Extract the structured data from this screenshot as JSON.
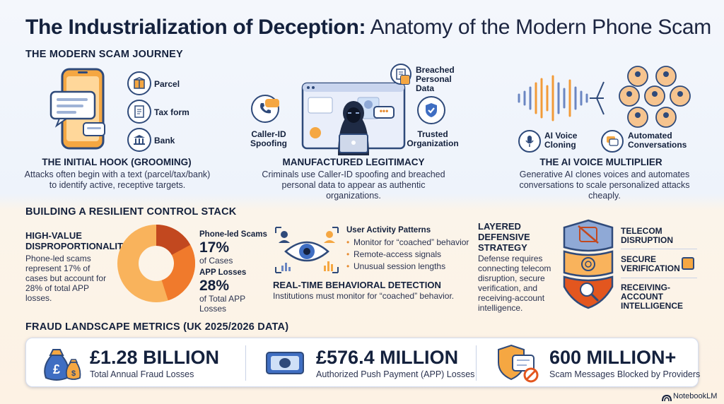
{
  "title": {
    "bold": "The Industrialization of Deception:",
    "rest": " Anatomy of the Modern Phone Scam"
  },
  "journey": {
    "heading": "THE MODERN SCAM JOURNEY",
    "hook": {
      "labels": [
        "Parcel",
        "Tax form",
        "Bank"
      ],
      "title": "THE INITIAL HOOK (GROOMING)",
      "desc": "Attacks often begin with a text (parcel/tax/bank) to identify active, receptive targets."
    },
    "legit": {
      "breached": "Breached Personal Data",
      "spoof": "Caller-ID Spoofing",
      "trusted": "Trusted Organization",
      "title": "MANUFACTURED LEGITIMACY",
      "desc": "Criminals use Caller-ID spoofing and breached personal data to appear as authentic organizations."
    },
    "ai": {
      "clone": "AI Voice Cloning",
      "auto": "Automated Conversations",
      "title": "THE AI VOICE MULTIPLIER",
      "desc": "Generative AI clones voices and automates conversations to scale personalized attacks cheaply."
    }
  },
  "control": {
    "heading": "BUILDING A RESILIENT CONTROL STACK",
    "disp": {
      "title": "HIGH-VALUE DISPROPORTIONALITY",
      "desc": "Phone-led scams represent 17% of cases but account for 28% of total APP losses."
    },
    "donut": {
      "a_label": "Phone-led Scams",
      "a_value": "17%",
      "a_sub": "of Cases",
      "b_label": "APP Losses",
      "b_value": "28%",
      "b_sub": "of Total APP Losses"
    },
    "behav": {
      "title": "User Activity Patterns",
      "items": [
        "Monitor for “coached” behavior",
        "Remote-access signals",
        "Unusual session lengths"
      ],
      "heading": "REAL-TIME BEHAVIORAL DETECTION",
      "desc": "Institutions must monitor for “coached” behavior."
    },
    "layered": {
      "title": "LAYERED DEFENSIVE STRATEGY",
      "desc": "Defense requires connecting telecom disruption, secure verification, and receiving-account intelligence.",
      "layers": [
        "TELECOM DISRUPTION",
        "SECURE VERIFICATION",
        "RECEIVING-ACCOUNT INTELLIGENCE"
      ]
    }
  },
  "metrics": {
    "heading": "FRAUD LANDSCAPE METRICS (UK 2025/2026 DATA)",
    "items": [
      {
        "value": "£1.28 BILLION",
        "label": "Total Annual Fraud Losses"
      },
      {
        "value": "£576.4 MILLION",
        "label": "Authorized Push Payment (APP) Losses"
      },
      {
        "value": "600 MILLION+",
        "label": "Scam Messages Blocked by Providers"
      }
    ]
  },
  "footer": {
    "brand": "NotebookLM"
  },
  "colors": {
    "navy": "#14213d",
    "orange": "#f29b38",
    "darkorange": "#d9622b",
    "blue": "#2f4a7a"
  }
}
